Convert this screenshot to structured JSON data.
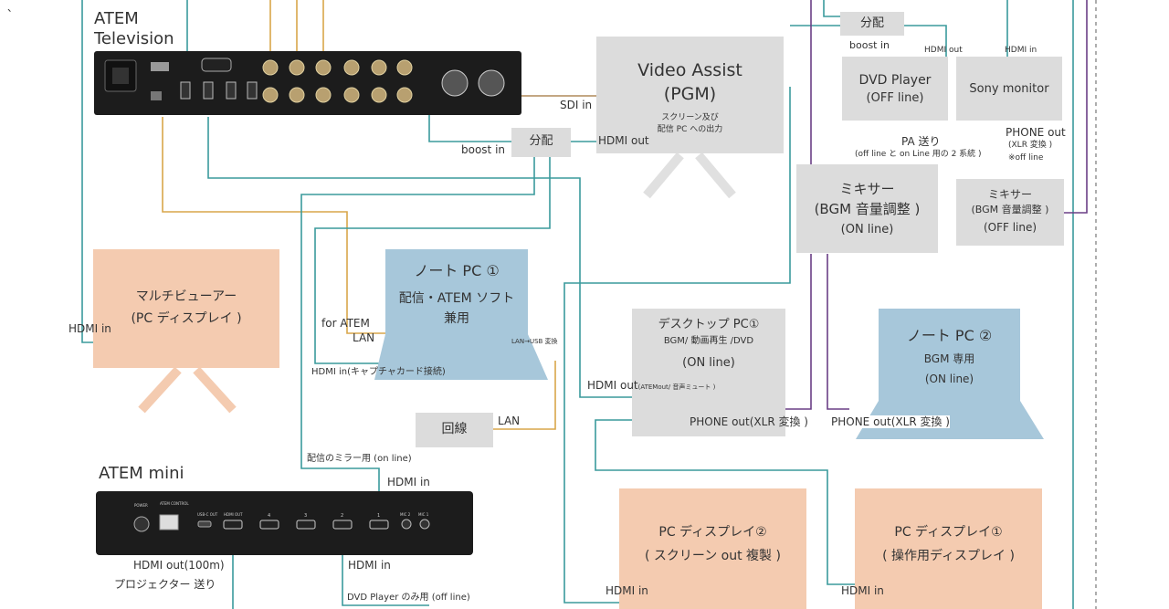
{
  "atem_tv": {
    "title_line1": "ATEM",
    "title_line2": "Television"
  },
  "atem_mini": {
    "title": "ATEM mini",
    "port_labels": [
      "POWER",
      "ATEM CONTROL",
      "USB-C OUT",
      "HDMI OUT",
      "4",
      "3",
      "2",
      "1",
      "MIC 2",
      "MIC 1"
    ]
  },
  "video_assist": {
    "title": "Video Assist",
    "subtitle": "(PGM)",
    "note_line1": "スクリーン及び",
    "note_line2": "配信 PC への出力",
    "sdi_in": "SDI in",
    "hdmi_out": "HDMI out"
  },
  "splitter_left": {
    "label": "分配",
    "boost": "boost in"
  },
  "splitter_right": {
    "label": "分配",
    "boost": "boost in"
  },
  "dvd_player": {
    "line1": "DVD Player",
    "line2": "(OFF line)",
    "hdmi_out": "HDMI out"
  },
  "sony_monitor": {
    "label": "Sony monitor",
    "hdmi_in": "HDMI in",
    "phone_out": "PHONE out",
    "phone_note1": "(XLR 変換 )",
    "phone_note2": "※off line"
  },
  "pa": {
    "line1": "PA 送り",
    "line2": "(off line と on Line 用の 2 系統 )"
  },
  "mixer_main": {
    "line1": "ミキサー",
    "line2": "(BGM 音量調整 )",
    "line3": "(ON line)"
  },
  "mixer_small": {
    "line1": "ミキサー",
    "line2": "(BGM 音量調整 )",
    "line3": "(OFF line)"
  },
  "multiviewer": {
    "line1": "マルチビューアー",
    "line2": "(PC ディスプレイ )",
    "hdmi_in": "HDMI in"
  },
  "note_pc1": {
    "line1": "ノート PC ①",
    "line2": "配信・ATEM ソフト",
    "line3": "兼用",
    "for_atem": "for ATEM",
    "lan": "LAN",
    "lan_usb": "LAN→USB 変換",
    "hdmi_in": "HDMI in(キャプチャカード接続)"
  },
  "line_box": {
    "label": "回線",
    "lan": "LAN"
  },
  "desktop_pc": {
    "line1": "デスクトップ PC①",
    "line2": "BGM/ 動画再生 /DVD",
    "line3": "(ON line)",
    "hdmi_out": "HDMI out",
    "hdmi_out_note": "(ATEMout/ 音声ミュート )",
    "phone_out": "PHONE out(XLR 変換 )"
  },
  "note_pc2": {
    "line1": "ノート PC ②",
    "line2": "BGM 専用",
    "line3": "(ON line)",
    "phone_out": "PHONE out(XLR 変換 )"
  },
  "mirror_label": "配信のミラー用 (on line)",
  "mini_hdmi_in_top": "HDMI in",
  "mini_hdmi_out": "HDMI out(100m)",
  "projector": "プロジェクター 送り",
  "mini_hdmi_in_bottom": "HDMI in",
  "dvd_only": "DVD Player のみ用 (off line)",
  "pc_display2": {
    "line1": "PC ディスプレイ②",
    "line2": "( スクリーン out 複製 )",
    "hdmi_in": "HDMI in"
  },
  "pc_display1": {
    "line1": "PC ディスプレイ①",
    "line2": "( 操作用ディスプレイ )",
    "hdmi_in": "HDMI in"
  },
  "colors": {
    "teal": "#3a9a9c",
    "orange": "#d9a64a",
    "purple": "#6a3f86",
    "brown": "#b08a5a",
    "grey_box": "#dcdcdc",
    "peach_box": "#f4cbb0",
    "blue_box": "#a7c7da",
    "device_dark": "#1c1c1c"
  }
}
